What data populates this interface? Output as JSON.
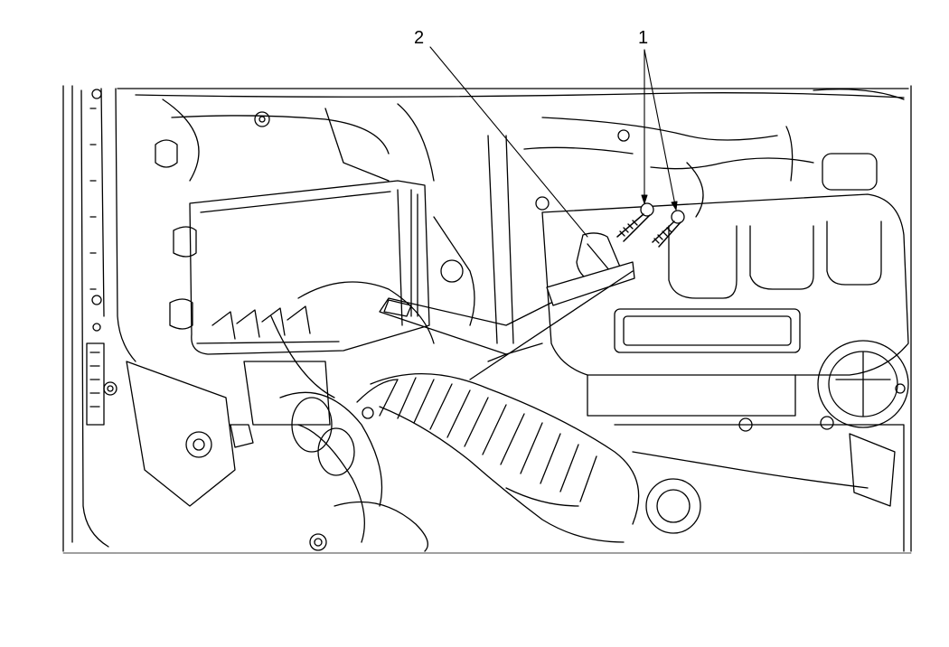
{
  "callouts": [
    {
      "id": "callout-1",
      "label": "1"
    },
    {
      "id": "callout-2",
      "label": "2"
    }
  ],
  "colors": {
    "line": "#000000",
    "background": "#ffffff",
    "fill": "#ffffff"
  }
}
